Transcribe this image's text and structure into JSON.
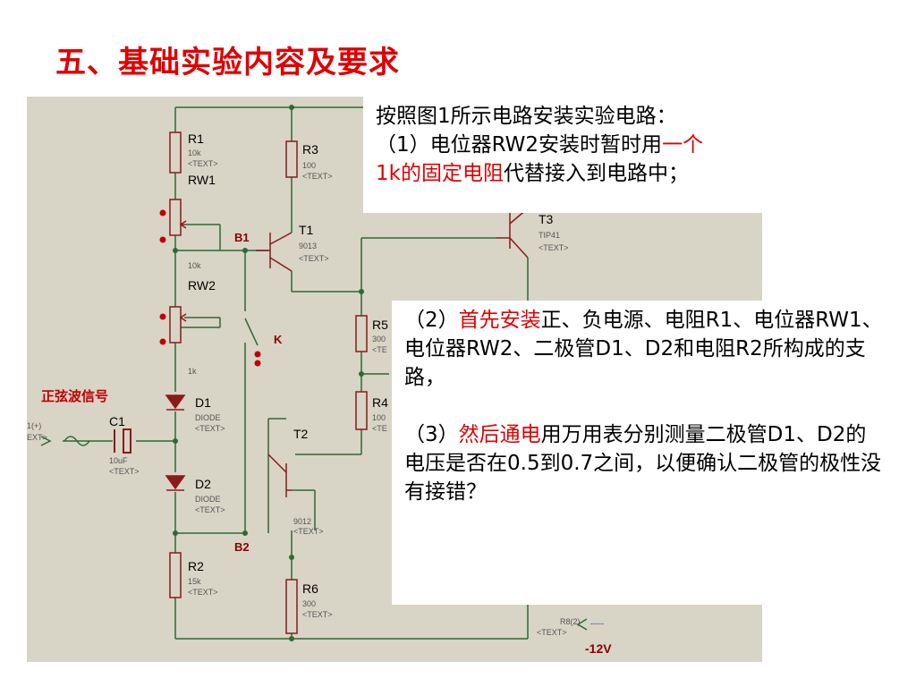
{
  "title": "五、基础实验内容及要求",
  "schematic": {
    "signal_label": "正弦波信号",
    "source_label": "1(+)",
    "source_text": "EXT>",
    "neg_supply": "-12V",
    "r8_label": "R8(2)",
    "r8_text": "<TEXT>",
    "r8_dashes": "-----",
    "net_b1": "B1",
    "net_b2": "B2",
    "switch_k": "K",
    "components": {
      "r1": {
        "name": "R1",
        "value": "10k",
        "text": "<TEXT>"
      },
      "rw1": {
        "name": "RW1",
        "value": "10k"
      },
      "rw2": {
        "name": "RW2",
        "value": "1k"
      },
      "r3": {
        "name": "R3",
        "value": "100",
        "text": "<TEXT>"
      },
      "t1": {
        "name": "T1",
        "value": "9013",
        "text": "<TEXT>"
      },
      "t2": {
        "name": "T2",
        "value": "9012",
        "text": "<TEXT>"
      },
      "t3": {
        "name": "T3",
        "value": "TIP41",
        "text": "<TEXT>"
      },
      "r5": {
        "name": "R5",
        "value": "300",
        "text": "<TE"
      },
      "r4": {
        "name": "R4",
        "value": "100",
        "text": "<TE"
      },
      "d1": {
        "name": "D1",
        "value": "DIODE",
        "text": "<TEXT>"
      },
      "d2": {
        "name": "D2",
        "value": "DIODE",
        "text": "<TEXT>"
      },
      "c1": {
        "name": "C1",
        "value": "10uF",
        "text": "<TEXT>"
      },
      "r2": {
        "name": "R2",
        "value": "15k",
        "text": "<TEXT>"
      },
      "r6": {
        "name": "R6",
        "value": "300",
        "text": "<TEXT>"
      }
    }
  },
  "box1": {
    "line1": "按照图1所示电路安装实验电路：",
    "line2_a": "（1）电位器RW2安装时暂时用",
    "line2_b": "一个",
    "line3_a": "1k的固定电阻",
    "line3_b": "代替接入到电路中；"
  },
  "box2": {
    "p1_a": "（2）",
    "p1_b": "首先安装",
    "p1_c": "正、负电源、电阻R1、电位器RW1、电位器RW2、二极管D1、D2和电阻R2所构成的支路，",
    "p2_a": "（3）",
    "p2_b": "然后通电",
    "p2_c": "用万用表分别测量二极管D1、D2的电压是否在0.5到0.7之间，以便确认二极管的极性没有接错？"
  },
  "colors": {
    "title": "#e00000",
    "wire": "#2d6a32",
    "component": "#8b1a1a",
    "background": "#d8d4c6"
  }
}
